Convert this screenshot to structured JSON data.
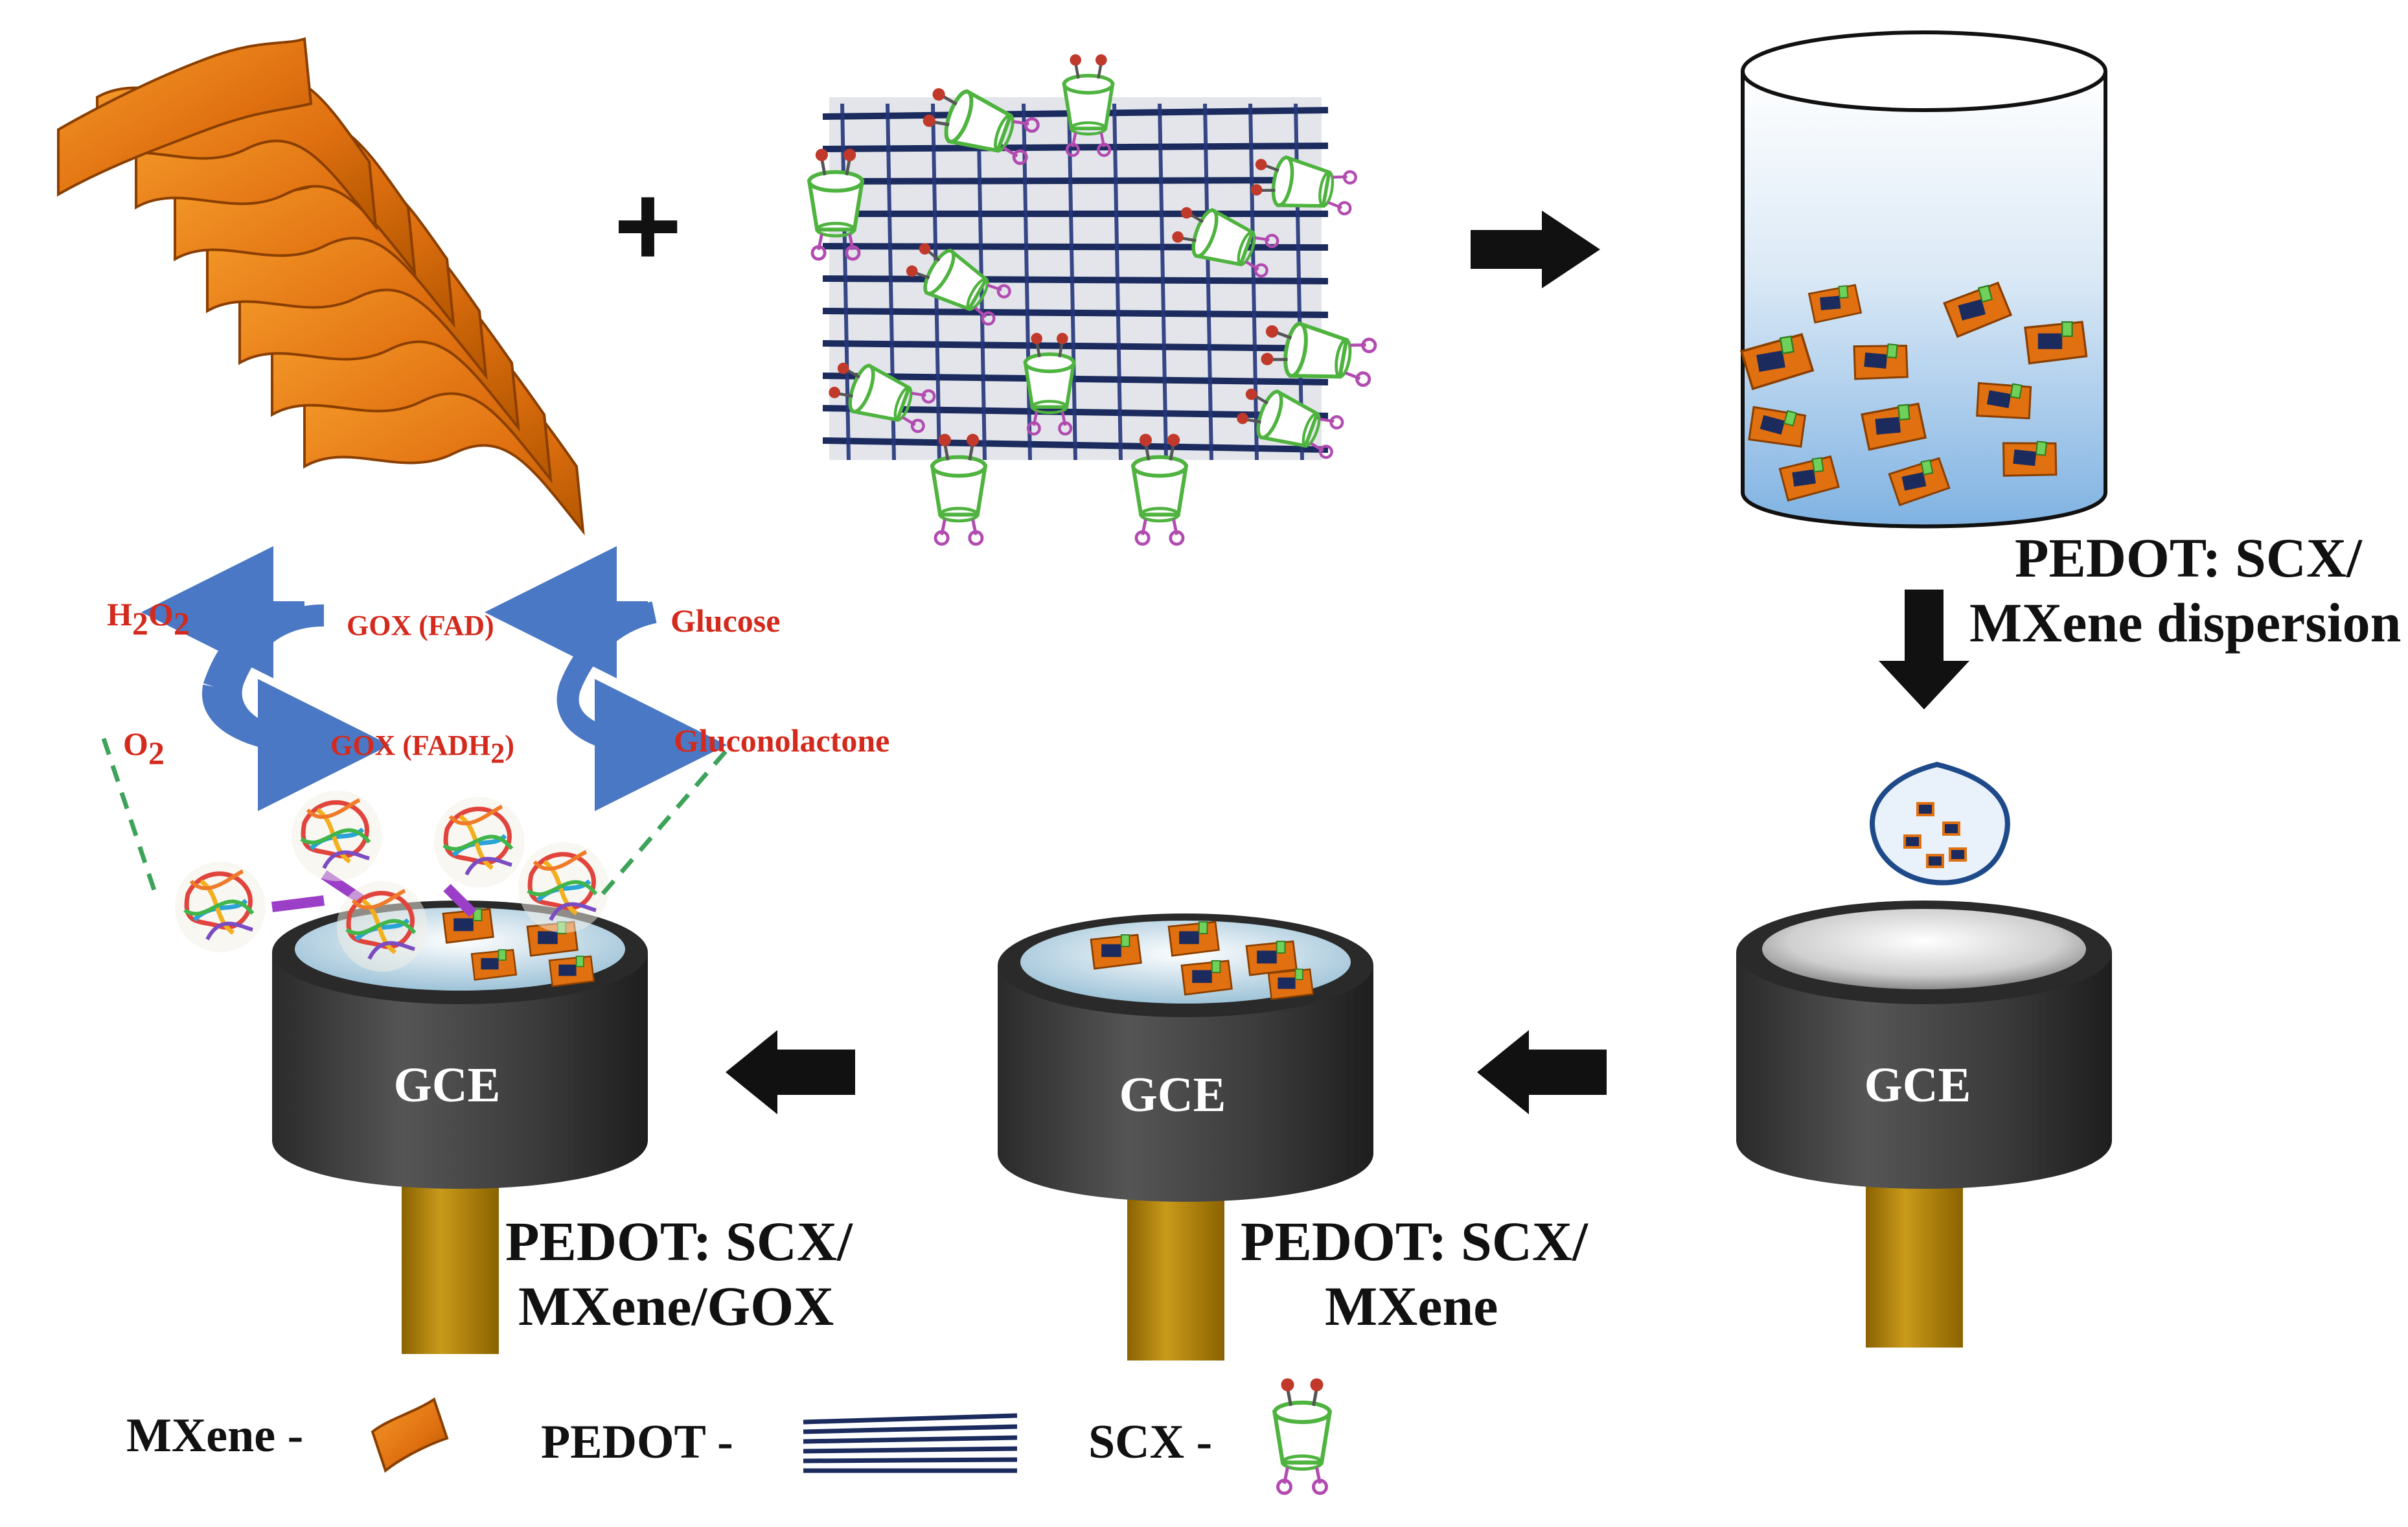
{
  "reaction": {
    "h2o2": "H",
    "h2o2_sub1": "2",
    "h2o2_mid": "O",
    "h2o2_sub2": "2",
    "o2": "O",
    "o2_sub": "2",
    "gox_fad": "GOX (FAD)",
    "gox_fadh2": "GOX (FADH",
    "gox_fadh2_sub": "2",
    "gox_fadh2_end": ")",
    "glucose": "Glucose",
    "gluconolactone": "Gluconolactone"
  },
  "plus_sign": "+",
  "dispersion_label_line1": "PEDOT: SCX/",
  "dispersion_label_line2": "MXene dispersion",
  "electrodes": [
    {
      "name": "GCE",
      "label_line1": "",
      "label_line2": ""
    },
    {
      "name": "GCE",
      "label_line1": "PEDOT: SCX/",
      "label_line2": "MXene"
    },
    {
      "name": "GCE",
      "label_line1": "PEDOT: SCX/",
      "label_line2": "MXene/GOX"
    }
  ],
  "legend": {
    "mxene": "MXene -",
    "pedot": "PEDOT -",
    "scx": "SCX -"
  },
  "colors": {
    "mxene_orange": "#e07010",
    "pedot_navy": "#1c2b5e",
    "scx_green": "#5cbf4a",
    "arrow_blue": "#4a78c4",
    "electrode_dark": "#3a3a3a",
    "rod_gold": "#b8860b",
    "label_red": "#d42a1d"
  }
}
